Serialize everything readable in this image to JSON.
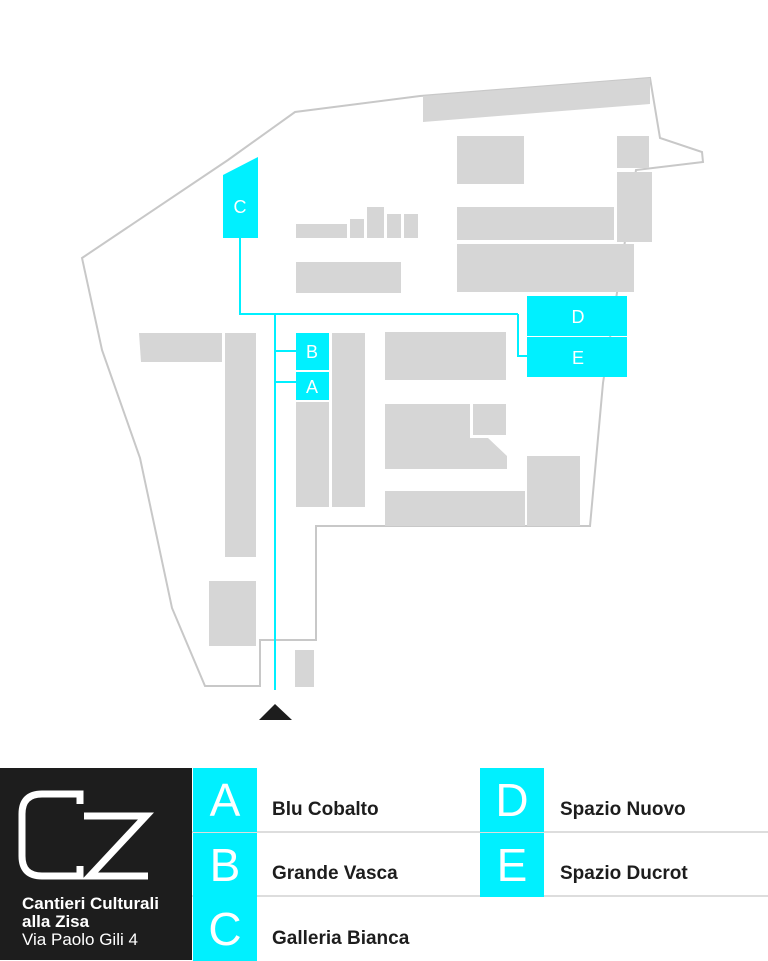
{
  "colors": {
    "accent": "#00f0ff",
    "building": "#d6d6d6",
    "outline": "#c8c8c8",
    "dark": "#1d1d1d"
  },
  "map": {
    "area_labels": [
      "C",
      "D",
      "E",
      "B",
      "A"
    ],
    "entrance_icon": "triangle-up-icon"
  },
  "logo": {
    "mark": "CZ",
    "name_line1": "Cantieri Culturali",
    "name_line2": "alla Zisa",
    "address": "Via Paolo Gili 4"
  },
  "legend": [
    {
      "letter": "A",
      "name": "Blu Cobalto"
    },
    {
      "letter": "B",
      "name": "Grande Vasca"
    },
    {
      "letter": "C",
      "name": "Galleria Bianca"
    },
    {
      "letter": "D",
      "name": "Spazio Nuovo"
    },
    {
      "letter": "E",
      "name": "Spazio Ducrot"
    }
  ]
}
